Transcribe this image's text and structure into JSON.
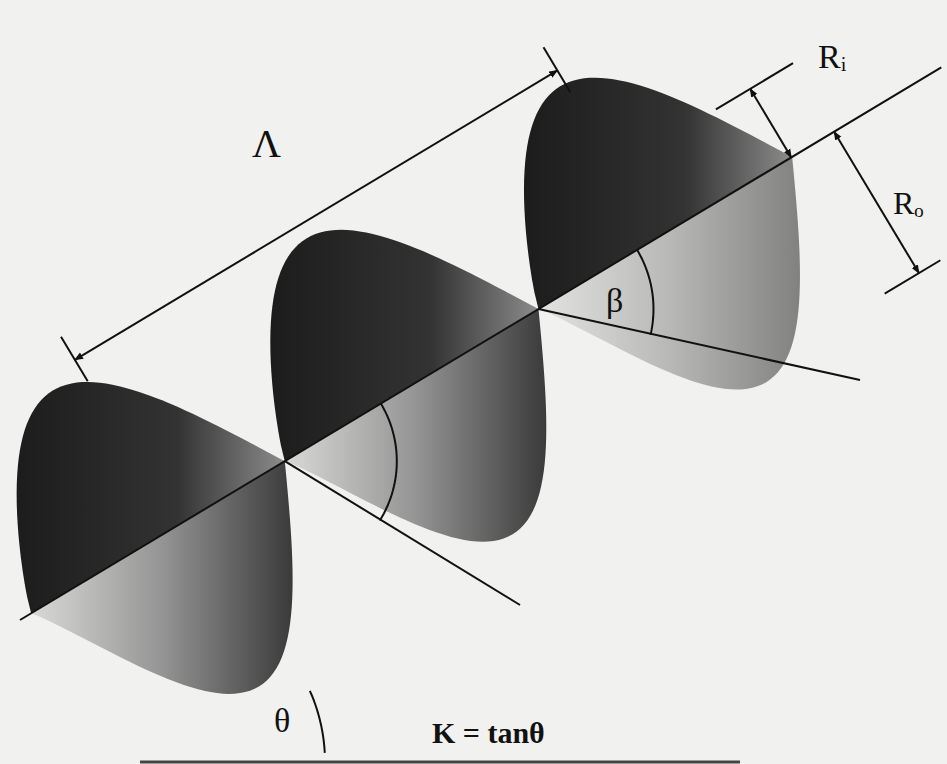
{
  "diagram": {
    "labels": [
      "Λ",
      "Rᵢ",
      "Rₒ",
      "β",
      "θ",
      "K = tanθ"
    ]
  }
}
